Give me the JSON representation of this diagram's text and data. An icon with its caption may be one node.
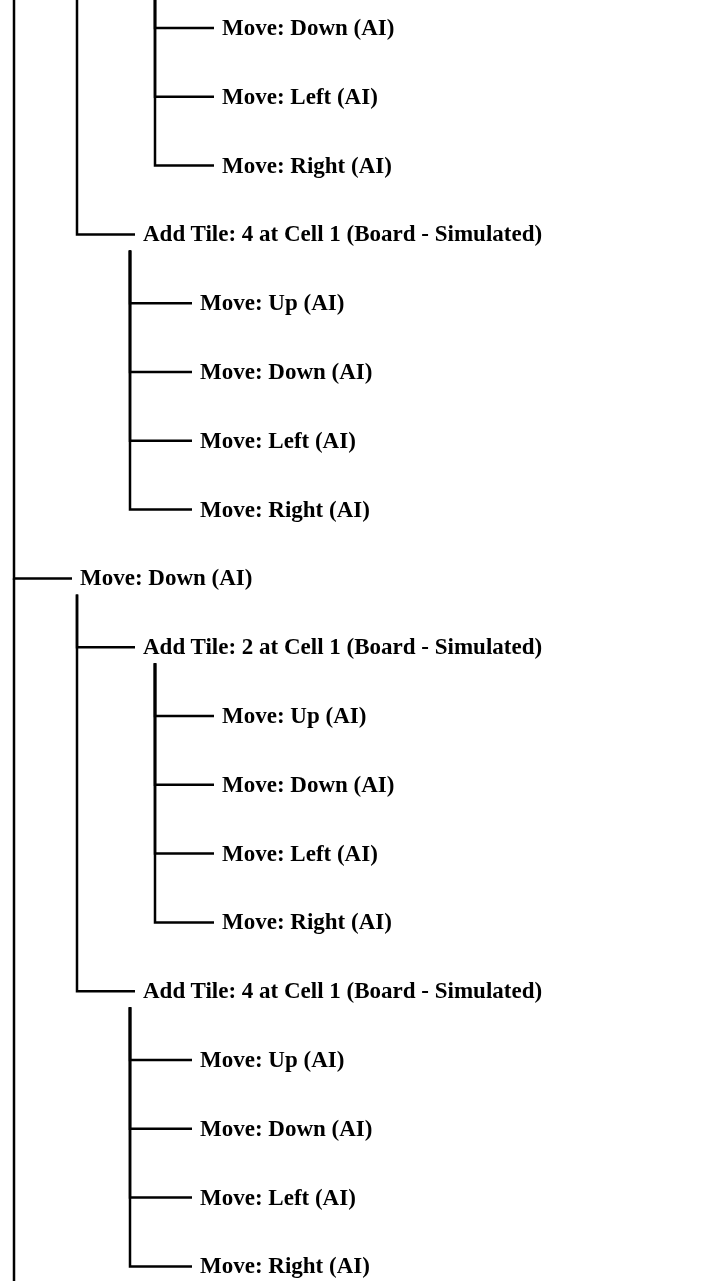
{
  "diagram": {
    "nodes": [
      {
        "text": [
          "Move: Down (AI)"
        ]
      },
      {
        "text": [
          "Move: Left (AI)"
        ]
      },
      {
        "text": [
          "Move: Right (AI)"
        ]
      },
      {
        "text": [
          "Add Tile: 4 at Cell 1 (Board - Simulated)"
        ]
      },
      {
        "text": [
          "Move: Up (AI)"
        ]
      },
      {
        "text": [
          "Move: Down (AI)"
        ]
      },
      {
        "text": [
          "Move: Left (AI)"
        ]
      },
      {
        "text": [
          "Move: Right (AI)"
        ]
      },
      {
        "text": [
          "Move: Down (AI)"
        ]
      },
      {
        "text": [
          "Add Tile: 2 at Cell 1 (Board - Simulated)"
        ]
      },
      {
        "text": [
          "Move: Up (AI)"
        ]
      },
      {
        "text": [
          "Move: Down (AI)"
        ]
      },
      {
        "text": [
          "Move: Left (AI)"
        ]
      },
      {
        "text": [
          "Move: Right (AI)"
        ]
      },
      {
        "text": [
          "Add Tile: 4 at Cell 1 (Board - Simulated)"
        ]
      },
      {
        "text": [
          "Move: Up (AI)"
        ]
      },
      {
        "text": [
          "Move: Down (AI)"
        ]
      },
      {
        "text": [
          "Move: Left (AI)"
        ]
      },
      {
        "text": [
          "Move: Right (AI)"
        ]
      }
    ],
    "edges": [
      {
        "from": null,
        "to": 0,
        "arrow": "none"
      },
      {
        "from": null,
        "to": 1,
        "arrow": "none"
      },
      {
        "from": null,
        "to": 2,
        "arrow": "none"
      },
      {
        "from": null,
        "to": 3,
        "arrow": "none"
      },
      {
        "from": 3,
        "to": 4,
        "arrow": "none"
      },
      {
        "from": 3,
        "to": 5,
        "arrow": "none"
      },
      {
        "from": 3,
        "to": 6,
        "arrow": "none"
      },
      {
        "from": 3,
        "to": 7,
        "arrow": "none"
      },
      {
        "from": null,
        "to": 8,
        "arrow": "none"
      },
      {
        "from": 8,
        "to": 9,
        "arrow": "none"
      },
      {
        "from": 9,
        "to": 10,
        "arrow": "none"
      },
      {
        "from": 9,
        "to": 11,
        "arrow": "none"
      },
      {
        "from": 9,
        "to": 12,
        "arrow": "none"
      },
      {
        "from": 9,
        "to": 13,
        "arrow": "none"
      },
      {
        "from": 8,
        "to": 14,
        "arrow": "none"
      },
      {
        "from": 14,
        "to": 15,
        "arrow": "none"
      },
      {
        "from": 14,
        "to": 16,
        "arrow": "none"
      },
      {
        "from": 14,
        "to": 17,
        "arrow": "none"
      },
      {
        "from": 14,
        "to": 18,
        "arrow": "none"
      }
    ]
  }
}
